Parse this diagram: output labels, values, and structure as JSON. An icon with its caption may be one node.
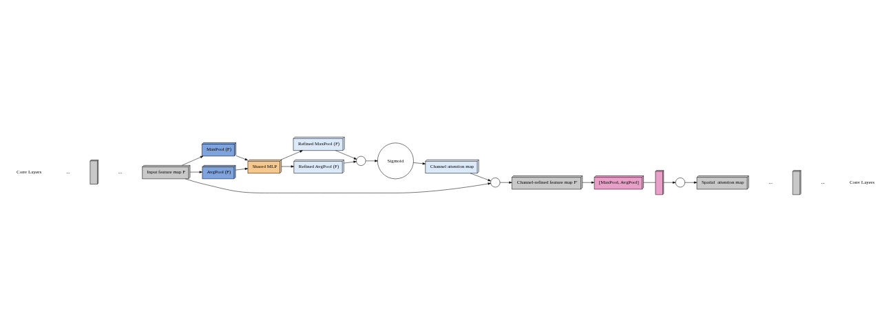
{
  "diagram": {
    "nodes": [
      {
        "text": [],
        "shape": "box"
      },
      {
        "text": [
          "Input feature map F"
        ]
      },
      {
        "text": [
          "MaxPool (F)"
        ]
      },
      {
        "text": [
          "AvgPool (F)"
        ]
      },
      {
        "text": [
          "Shared MLP"
        ]
      },
      {
        "text": [
          "Refined MaxPool (F)"
        ]
      },
      {
        "text": [
          "Refined AvgPool (F)"
        ]
      },
      {
        "text": [],
        "shape": "circle"
      },
      {
        "text": [
          "Sigmoid"
        ]
      },
      {
        "text": [
          "Channel attention map"
        ]
      },
      {
        "text": [],
        "shape": "circle"
      },
      {
        "text": [
          "Channel-refined feature map F'"
        ]
      },
      {
        "text": [
          "[MaxPool, AvgPool]"
        ]
      },
      {
        "text": [],
        "shape": "box"
      },
      {
        "text": [],
        "shape": "circle"
      },
      {
        "text": [
          "Spatial  attention map"
        ]
      },
      {
        "text": [],
        "shape": "box"
      }
    ],
    "edges": [
      {
        "from": 1,
        "to": 2,
        "arrow": "to"
      },
      {
        "from": 1,
        "to": 3,
        "arrow": "to"
      },
      {
        "from": 2,
        "to": 4,
        "arrow": "to"
      },
      {
        "from": 3,
        "to": 4,
        "arrow": "to"
      },
      {
        "from": 4,
        "to": 5,
        "arrow": "to"
      },
      {
        "from": 4,
        "to": 6,
        "arrow": "to"
      },
      {
        "from": 5,
        "to": 7,
        "arrow": "to"
      },
      {
        "from": 6,
        "to": 7,
        "arrow": "to"
      },
      {
        "from": 7,
        "to": 8,
        "arrow": "to"
      },
      {
        "from": 8,
        "to": 9,
        "arrow": "to"
      },
      {
        "from": 9,
        "to": 10,
        "arrow": "to"
      },
      {
        "from": 1,
        "to": 10,
        "arrow": "to"
      },
      {
        "from": 10,
        "to": 11,
        "arrow": "to"
      },
      {
        "from": 11,
        "to": 12,
        "arrow": "to"
      },
      {
        "from": 12,
        "to": 13,
        "arrow": "none"
      },
      {
        "from": 13,
        "to": 14,
        "arrow": "to"
      },
      {
        "from": 14,
        "to": 15,
        "arrow": "to"
      }
    ],
    "labels": [
      "Conv Layers",
      "...",
      "...",
      "...",
      "...",
      "Conv Layers"
    ]
  }
}
